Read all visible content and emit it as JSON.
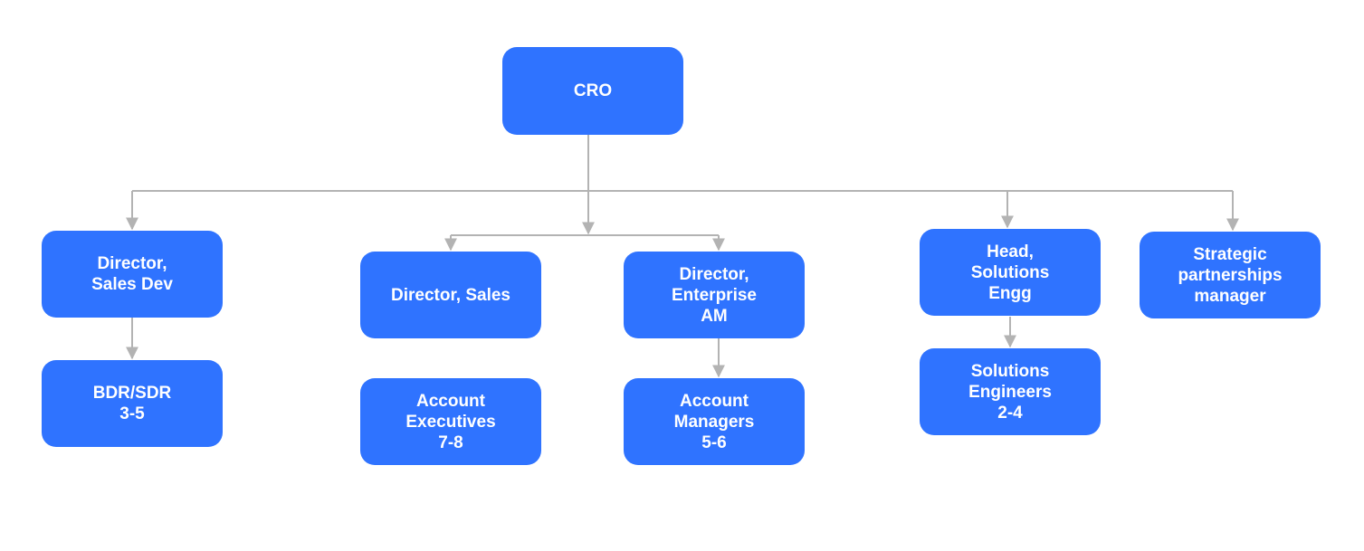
{
  "colors": {
    "node_fill": "#2f73ff",
    "node_text": "#ffffff",
    "connector": "#b3b3b3",
    "background": "#ffffff"
  },
  "nodes": {
    "cro": {
      "lines": [
        "CRO"
      ]
    },
    "director_sales_dev": {
      "lines": [
        "Director,",
        "Sales Dev"
      ]
    },
    "bdr_sdr": {
      "lines": [
        "BDR/SDR",
        "3-5"
      ]
    },
    "director_sales": {
      "lines": [
        "Director, Sales"
      ]
    },
    "account_executives": {
      "lines": [
        "Account",
        "Executives",
        "7-8"
      ]
    },
    "director_enterprise_am": {
      "lines": [
        "Director,",
        "Enterprise",
        "AM"
      ]
    },
    "account_managers": {
      "lines": [
        "Account",
        "Managers",
        "5-6"
      ]
    },
    "head_solutions_engg": {
      "lines": [
        "Head,",
        "Solutions",
        "Engg"
      ]
    },
    "solutions_engineers": {
      "lines": [
        "Solutions",
        "Engineers",
        "2-4"
      ]
    },
    "strategic_partnerships_manager": {
      "lines": [
        "Strategic",
        "partnerships",
        "manager"
      ]
    }
  }
}
